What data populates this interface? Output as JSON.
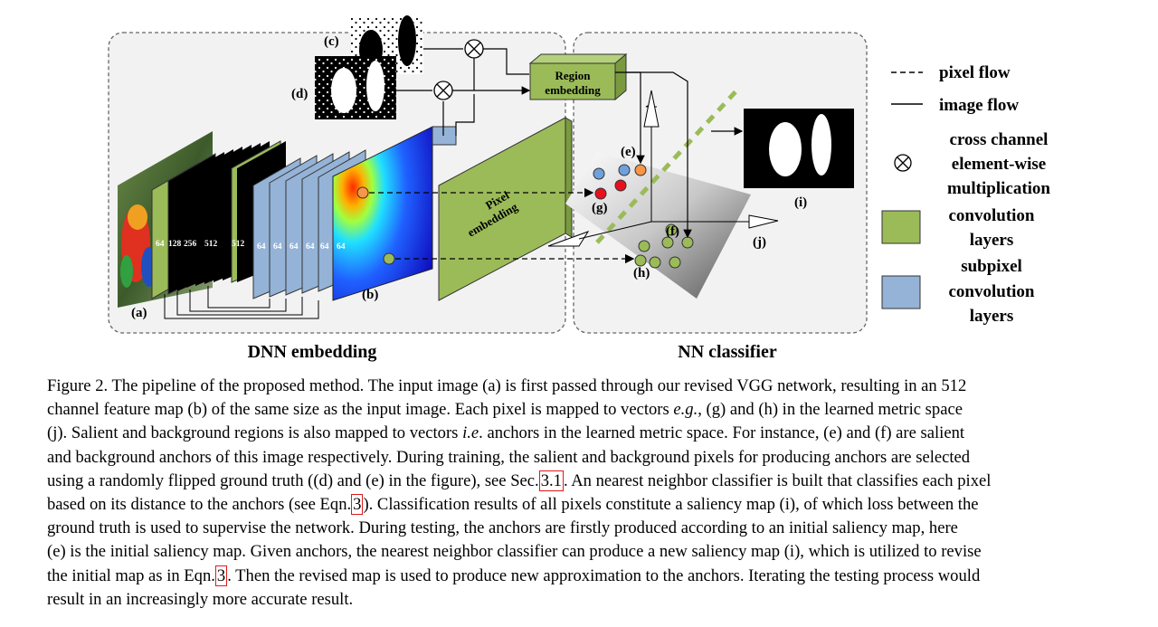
{
  "figure": {
    "panel_left_title": "DNN embedding",
    "panel_right_title": "NN classifier",
    "labels": {
      "a": "(a)",
      "b": "(b)",
      "c": "(c)",
      "d": "(d)",
      "e": "(e)",
      "f": "(f)",
      "g": "(g)",
      "h": "(h)",
      "i": "(i)",
      "j": "(j)"
    },
    "region_embedding": [
      "Region",
      "embedding"
    ],
    "pixel_embedding": [
      "Pixel",
      "embedding"
    ],
    "conv_channels": [
      "64",
      "128",
      "256",
      "512",
      "512"
    ],
    "subpixel_channels": [
      "64",
      "64",
      "64",
      "64",
      "64",
      "64"
    ],
    "legend": {
      "pixel_flow": "pixel flow",
      "image_flow": "image flow",
      "cross_channel": [
        "cross channel",
        "element-wise",
        "multiplication"
      ],
      "convolution": [
        "convolution",
        "layers"
      ],
      "subpixel": [
        "subpixel",
        "convolution",
        "layers"
      ]
    },
    "colors": {
      "green": "#9bbb59",
      "blue": "#95b3d7",
      "red": "#e8101b",
      "orange": "#f79646",
      "lightblue": "#6fa0dc"
    }
  },
  "caption": {
    "line1": "Figure 2. The pipeline of the proposed method. The input image (a) is first passed through our revised VGG network, resulting in an 512",
    "line2_a": "channel feature map (b) of the same size as the input image. Each pixel is mapped to vectors ",
    "line2_em": "e.g.",
    "line2_b": ", (g) and (h) in the learned metric space",
    "line3_a": "(j). Salient and background regions is also mapped to vectors ",
    "line3_em": "i.e",
    "line3_b": ". anchors in the learned metric space. For instance, (e) and (f) are salient",
    "line4": "and background anchors of this image respectively. During training, the salient and background pixels for producing anchors are selected",
    "line5_a": "using a randomly flipped ground truth ((d) and (e) in the figure), see Sec.",
    "line5_ref": "3.1",
    "line5_b": ". An nearest neighbor classifier is built that classifies each pixel",
    "line6_a": "based on its distance to the anchors (see Eqn.",
    "line6_ref": "3",
    "line6_b": "). Classification results of all pixels constitute a saliency map (i), of which loss between the",
    "line7": "ground truth is used to supervise the network. During testing, the anchors are firstly produced according to an initial saliency map, here",
    "line8": "(e) is the initial saliency map. Given anchors, the nearest neighbor classifier can produce a new saliency map (i), which is utilized to revise",
    "line9_a": "the initial map as in Eqn.",
    "line9_ref": "3",
    "line9_b": ". Then the revised map is used to produce new approximation to the anchors. Iterating the testing process would",
    "line10": "result in an increasingly more accurate result."
  }
}
